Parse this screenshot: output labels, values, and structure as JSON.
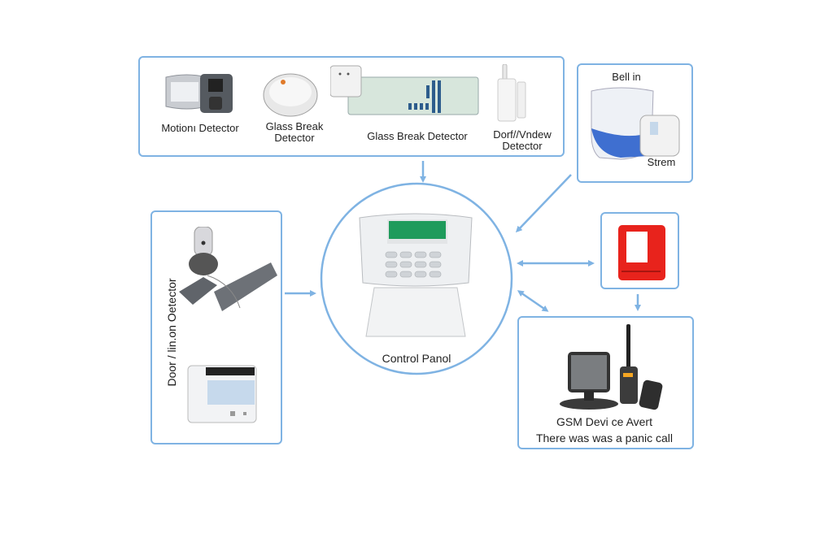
{
  "diagram": {
    "title": "Security alarm system diagram",
    "accent_color": "#7fb3e3",
    "sensors_box": {
      "items": [
        {
          "label": "Motionı Detector",
          "icon": "motion-detector-icon"
        },
        {
          "label_line1": "Glass Break",
          "label_line2": "Detector",
          "icon": "smoke-glassbreak-icon"
        },
        {
          "label": "Glass Break Detector",
          "icon": "glass-break-panel-icon"
        },
        {
          "label_line1": "Dorf//Vndew",
          "label_line2": "Detector",
          "icon": "door-window-contact-icon"
        }
      ]
    },
    "bell_box": {
      "label_top": "Bell in",
      "label_bottom": "Strem",
      "icon": "siren-bell-icon"
    },
    "left_box": {
      "label": "Door / lin.on Oetector",
      "icons": [
        "door-contact-sensor-icon",
        "keypad-device-icon"
      ]
    },
    "control_panel": {
      "label": "Control Panol",
      "icon": "control-panel-keypad-icon",
      "screen_color": "#1f9b5c"
    },
    "panic_box": {
      "icon": "panic-button-icon",
      "color": "#e8231c"
    },
    "gsm_box": {
      "label_line1": "GSM Devi ce Avert",
      "label_line2": "There was was a panic call",
      "icon": "gsm-devices-icon"
    }
  }
}
